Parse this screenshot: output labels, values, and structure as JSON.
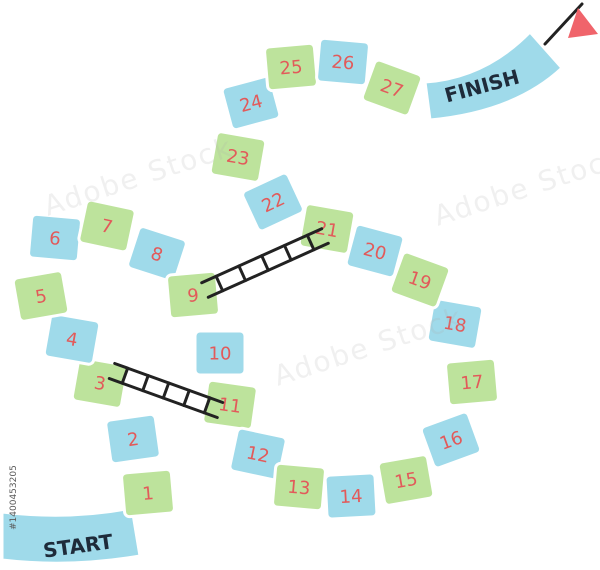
{
  "board": {
    "start_label": "START",
    "finish_label": "FINISH",
    "colors": {
      "blue": "#9fdaea",
      "green": "#bde39c",
      "number": "#e25a5a",
      "ladder": "#222222",
      "flag": "#f0646b",
      "banner_text": "#1e2b3a"
    },
    "squares": [
      {
        "n": "1",
        "color": "green"
      },
      {
        "n": "2",
        "color": "blue"
      },
      {
        "n": "3",
        "color": "green"
      },
      {
        "n": "4",
        "color": "blue"
      },
      {
        "n": "5",
        "color": "green"
      },
      {
        "n": "6",
        "color": "blue"
      },
      {
        "n": "7",
        "color": "green"
      },
      {
        "n": "8",
        "color": "blue"
      },
      {
        "n": "9",
        "color": "green"
      },
      {
        "n": "10",
        "color": "blue"
      },
      {
        "n": "11",
        "color": "green"
      },
      {
        "n": "12",
        "color": "blue"
      },
      {
        "n": "13",
        "color": "green"
      },
      {
        "n": "14",
        "color": "blue"
      },
      {
        "n": "15",
        "color": "green"
      },
      {
        "n": "16",
        "color": "blue"
      },
      {
        "n": "17",
        "color": "green"
      },
      {
        "n": "18",
        "color": "blue"
      },
      {
        "n": "19",
        "color": "green"
      },
      {
        "n": "20",
        "color": "blue"
      },
      {
        "n": "21",
        "color": "green"
      },
      {
        "n": "22",
        "color": "blue"
      },
      {
        "n": "23",
        "color": "green"
      },
      {
        "n": "24",
        "color": "blue"
      },
      {
        "n": "25",
        "color": "green"
      },
      {
        "n": "26",
        "color": "blue"
      },
      {
        "n": "27",
        "color": "green"
      }
    ],
    "ladders": [
      {
        "from": "3",
        "to": "11"
      },
      {
        "from": "9",
        "to": "21"
      }
    ]
  },
  "stock": {
    "id": "#1400453205",
    "watermark": "Adobe Stock"
  }
}
